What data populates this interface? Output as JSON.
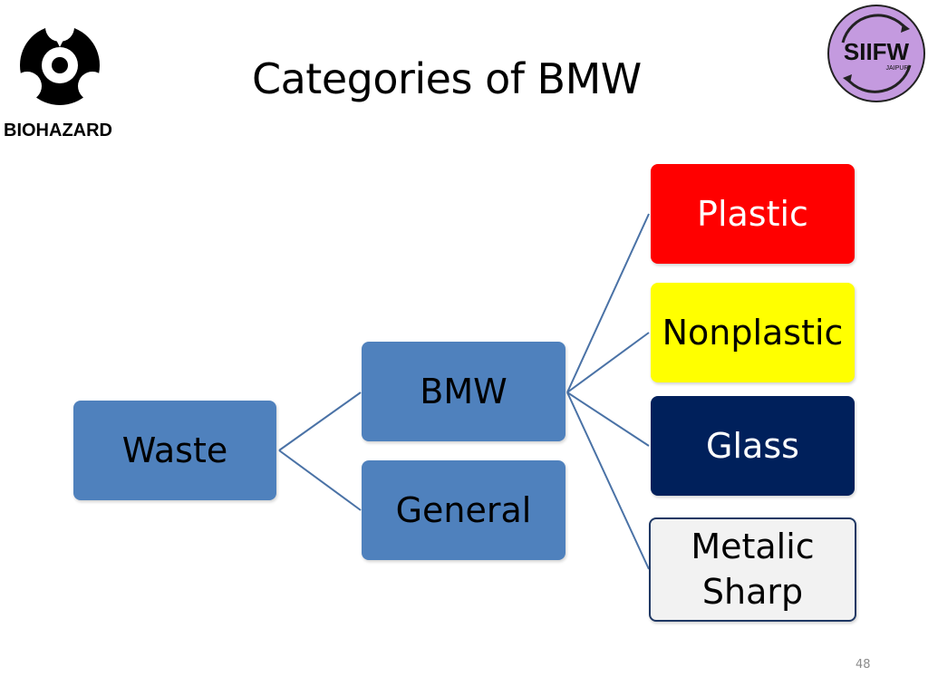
{
  "slide": {
    "title": "Categories of BMW",
    "page_number": "48"
  },
  "logos": {
    "left_text": "BIOHAZARD",
    "right_text": "SIIFW",
    "right_subtext": "JAIPUR"
  },
  "diagram": {
    "root": "Waste",
    "level1": [
      "BMW",
      "General"
    ],
    "categories": [
      {
        "label": "Plastic",
        "color": "#ff0000",
        "text_color": "#ffffff"
      },
      {
        "label": "Nonplastic",
        "color": "#ffff00",
        "text_color": "#000000"
      },
      {
        "label": "Glass",
        "color": "#00205b",
        "text_color": "#ffffff"
      },
      {
        "label": "Metalic Sharp",
        "color": "#f2f2f2",
        "text_color": "#000000",
        "border": "#1f3864"
      }
    ],
    "node_color": "#4f81bd",
    "line_color": "#4a72a6"
  }
}
